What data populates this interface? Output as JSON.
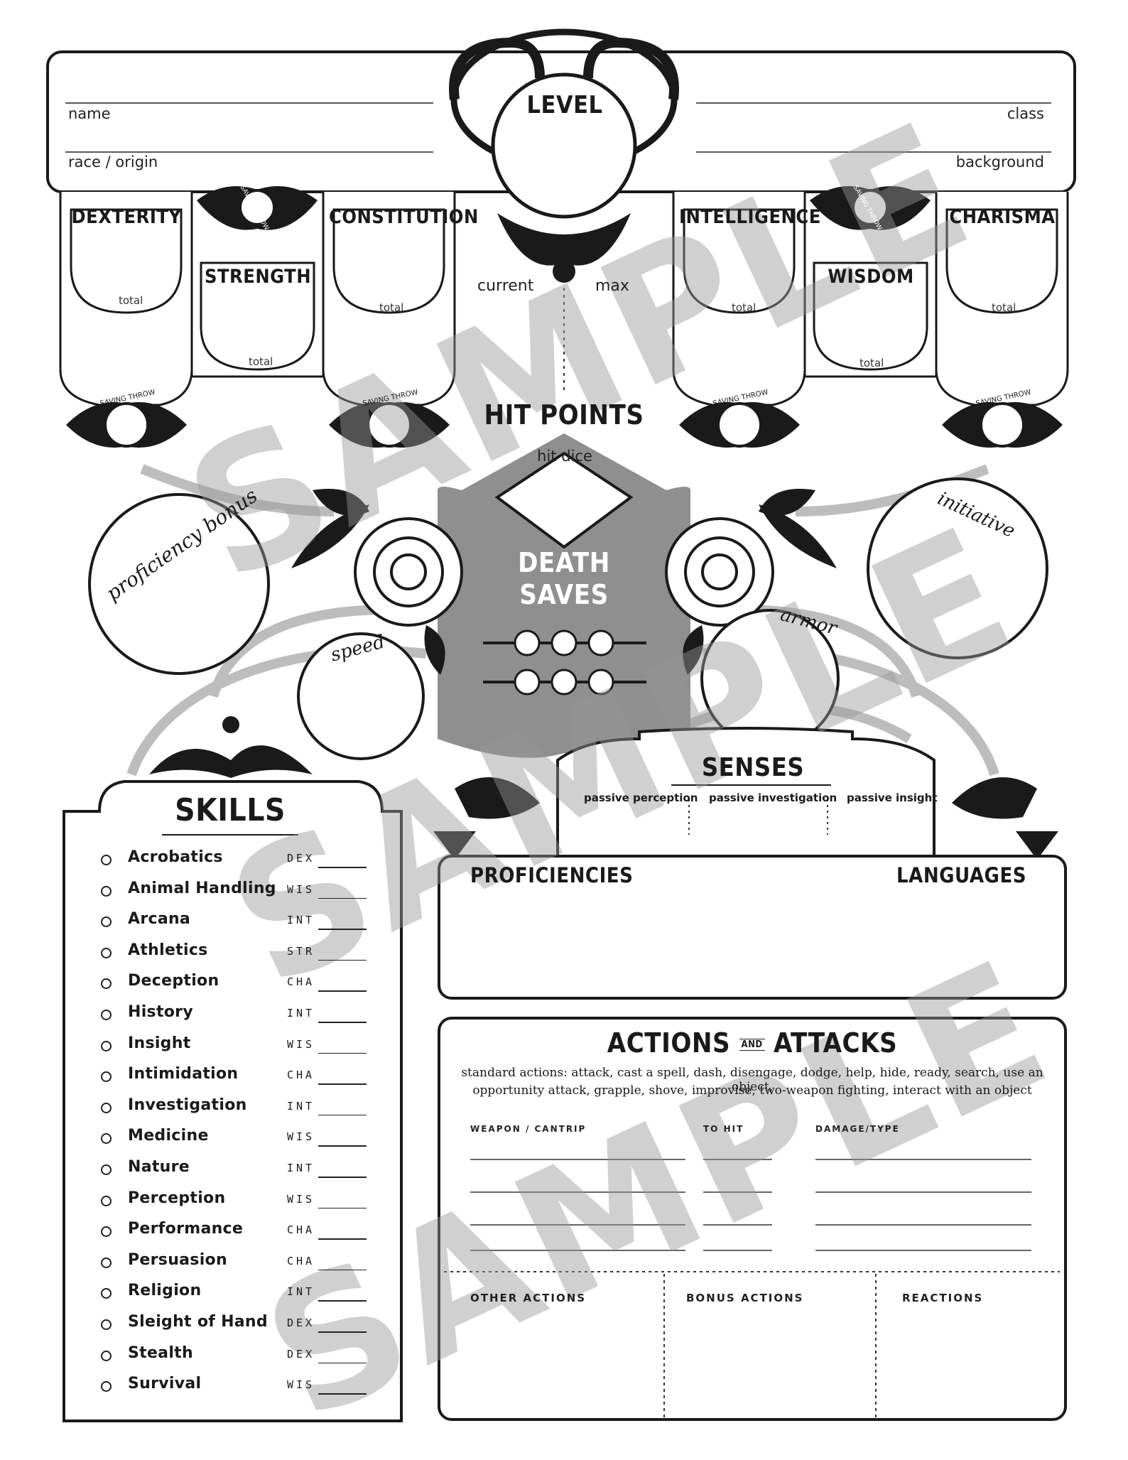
{
  "header": {
    "level": "LEVEL",
    "name_label": "name",
    "class_label": "class",
    "race_label": "race / origin",
    "background_label": "background"
  },
  "abilities": [
    {
      "name": "DEXTERITY",
      "total": "total",
      "save": "SAVING THROW"
    },
    {
      "name": "STRENGTH",
      "total": "total",
      "save": "SAVING THROW"
    },
    {
      "name": "CONSTITUTION",
      "total": "total",
      "save": "SAVING THROW"
    },
    {
      "name": "INTELLIGENCE",
      "total": "total",
      "save": "SAVING THROW"
    },
    {
      "name": "WISDOM",
      "total": "total",
      "save": "SAVING THROW"
    },
    {
      "name": "CHARISMA",
      "total": "total",
      "save": "SAVING THROW"
    }
  ],
  "hit_points": {
    "title": "HIT POINTS",
    "current": "current",
    "max": "max",
    "hit_dice": "hit dice"
  },
  "death_saves": {
    "title_line1": "DEATH",
    "title_line2": "SAVES"
  },
  "circles": {
    "proficiency": "proficiency bonus",
    "speed": "speed",
    "armor": "armor",
    "initiative": "initiative"
  },
  "skills": {
    "title": "SKILLS",
    "items": [
      {
        "name": "Acrobatics",
        "ability": "DEX"
      },
      {
        "name": "Animal Handling",
        "ability": "WIS"
      },
      {
        "name": "Arcana",
        "ability": "INT"
      },
      {
        "name": "Athletics",
        "ability": "STR"
      },
      {
        "name": "Deception",
        "ability": "CHA"
      },
      {
        "name": "History",
        "ability": "INT"
      },
      {
        "name": "Insight",
        "ability": "WIS"
      },
      {
        "name": "Intimidation",
        "ability": "CHA"
      },
      {
        "name": "Investigation",
        "ability": "INT"
      },
      {
        "name": "Medicine",
        "ability": "WIS"
      },
      {
        "name": "Nature",
        "ability": "INT"
      },
      {
        "name": "Perception",
        "ability": "WIS"
      },
      {
        "name": "Performance",
        "ability": "CHA"
      },
      {
        "name": "Persuasion",
        "ability": "CHA"
      },
      {
        "name": "Religion",
        "ability": "INT"
      },
      {
        "name": "Sleight of Hand",
        "ability": "DEX"
      },
      {
        "name": "Stealth",
        "ability": "DEX"
      },
      {
        "name": "Survival",
        "ability": "WIS"
      }
    ]
  },
  "senses": {
    "title": "SENSES",
    "perception": "passive perception",
    "investigation": "passive investigation",
    "insight": "passive insight"
  },
  "proficiencies": {
    "title": "PROFICIENCIES",
    "languages": "LANGUAGES"
  },
  "actions": {
    "title_a": "ACTIONS",
    "and": "AND",
    "title_b": "ATTACKS",
    "standard_line1": "standard actions: attack, cast a spell, dash, disengage, dodge, help, hide, ready, search, use an object,",
    "standard_line2": "opportunity attack, grapple, shove, improvise, two-weapon fighting, interact with an object",
    "col_weapon": "WEAPON / CANTRIP",
    "col_hit": "TO HIT",
    "col_damage": "DAMAGE/TYPE",
    "other": "OTHER ACTIONS",
    "bonus": "BONUS ACTIONS",
    "reactions": "REACTIONS"
  },
  "watermark": "SAMPLE"
}
